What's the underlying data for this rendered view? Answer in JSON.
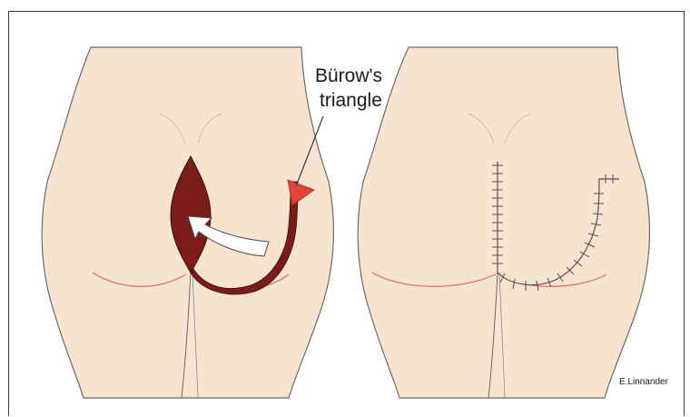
{
  "annotation": {
    "line1": "Bürow's",
    "line2": "triangle"
  },
  "credit": "E.Linnander",
  "colors": {
    "skin": "#f7e4cf",
    "outline": "#6a6a6a",
    "crease": "#e0685f",
    "defect": "#7a1d18",
    "triangle": "#e2463a",
    "suture": "#555555"
  }
}
